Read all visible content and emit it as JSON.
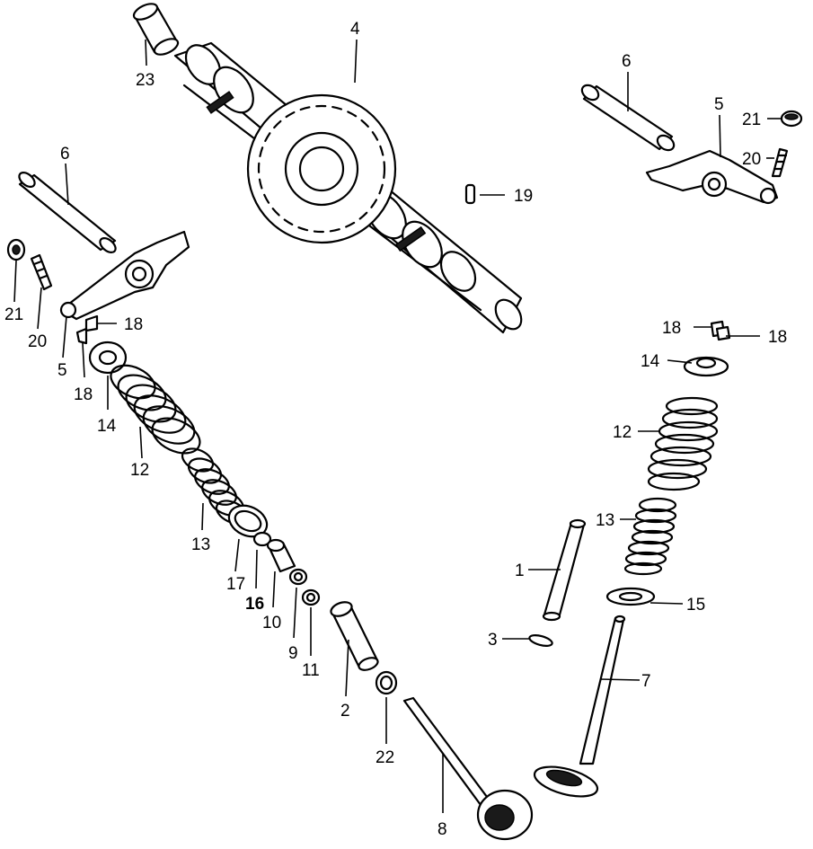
{
  "diagram": {
    "callouts": {
      "c1": "1",
      "c2": "2",
      "c3": "3",
      "c4": "4",
      "c5a": "5",
      "c5b": "5",
      "c6a": "6",
      "c6b": "6",
      "c7": "7",
      "c8": "8",
      "c9": "9",
      "c10": "10",
      "c11": "11",
      "c12a": "12",
      "c12b": "12",
      "c13a": "13",
      "c13b": "13",
      "c14a": "14",
      "c14b": "14",
      "c15": "15",
      "c16": "16",
      "c17": "17",
      "c18a": "18",
      "c18b": "18",
      "c18c": "18",
      "c18d": "18",
      "c19": "19",
      "c20a": "20",
      "c20b": "20",
      "c21a": "21",
      "c21b": "21",
      "c22": "22",
      "c23": "23"
    }
  }
}
